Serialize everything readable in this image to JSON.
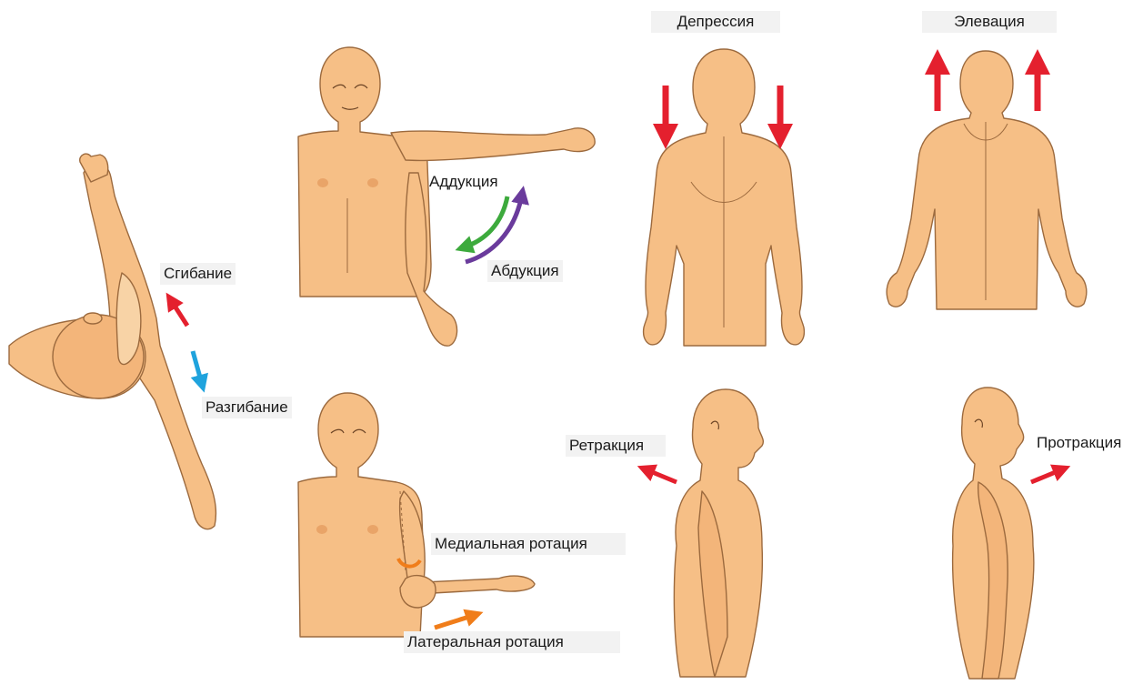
{
  "labels": {
    "flexion": "Сгибание",
    "extension": "Разгибание",
    "adduction": "Аддукция",
    "abduction": "Абдукция",
    "depression": "Депрессия",
    "elevation": "Элевация",
    "medial_rotation": "Медиальная ротация",
    "lateral_rotation": "Латеральная ротация",
    "retraction": "Ретракция",
    "protraction": "Протракция"
  },
  "colors": {
    "skin": "#f6bf86",
    "skin_shadow": "#e9a468",
    "outline": "#9c6a3e",
    "red_arrow": "#e4202e",
    "blue_arrow": "#1fa3dd",
    "green_arrow": "#3daa3d",
    "purple_arrow": "#6a3b9c",
    "orange_arrow": "#f07d1a",
    "label_box": "#f2f2f2"
  }
}
